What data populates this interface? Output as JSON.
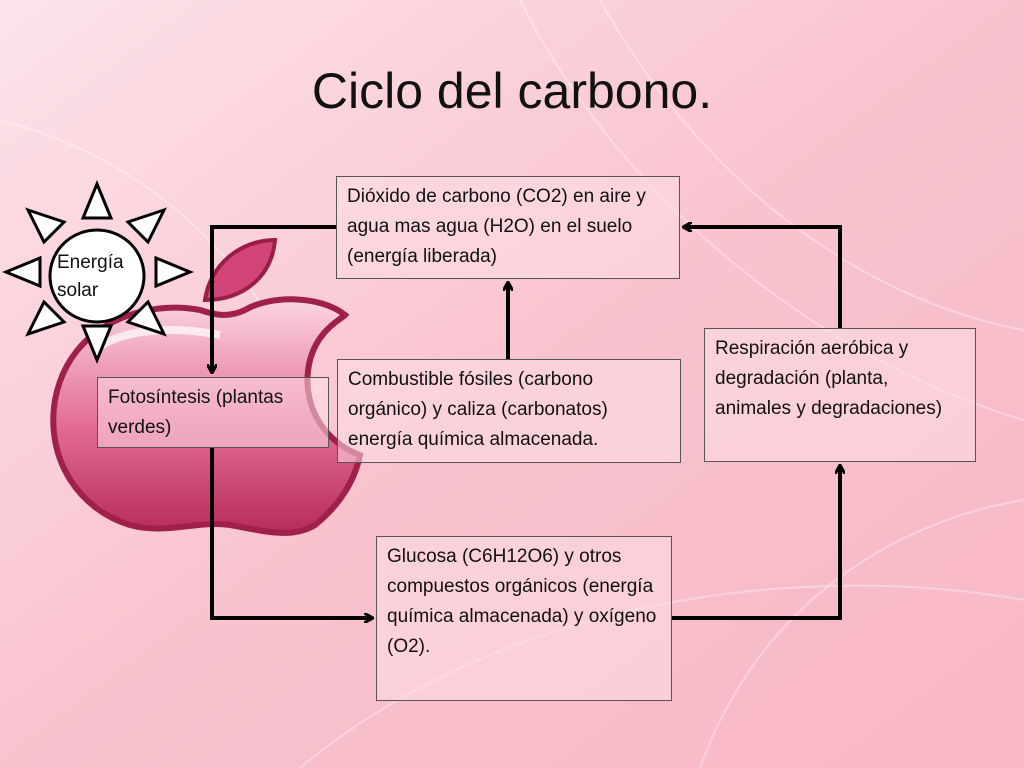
{
  "title": "Ciclo del carbono.",
  "sun": {
    "line1": "Energía",
    "line2": "solar"
  },
  "boxes": {
    "co2": "Dióxido de carbono (CO2) en aire y agua mas agua (H2O) en el suelo (energía liberada)",
    "fotosintesis": "Fotosíntesis (plantas verdes)",
    "combustibles": "Combustible fósiles (carbono orgánico) y caliza (carbonatos) energía química almacenada.",
    "respiracion": "Respiración aeróbica y degradación (planta, animales y degradaciones)",
    "glucosa": "Glucosa (C6H12O6) y otros compuestos orgánicos (energía química almacenada) y oxígeno (O2)."
  },
  "colors": {
    "background": "#f9c4cf",
    "apple": "#d8457a",
    "arrow": "#000000"
  },
  "icons": [
    "sun-icon",
    "apple-logo-icon"
  ]
}
